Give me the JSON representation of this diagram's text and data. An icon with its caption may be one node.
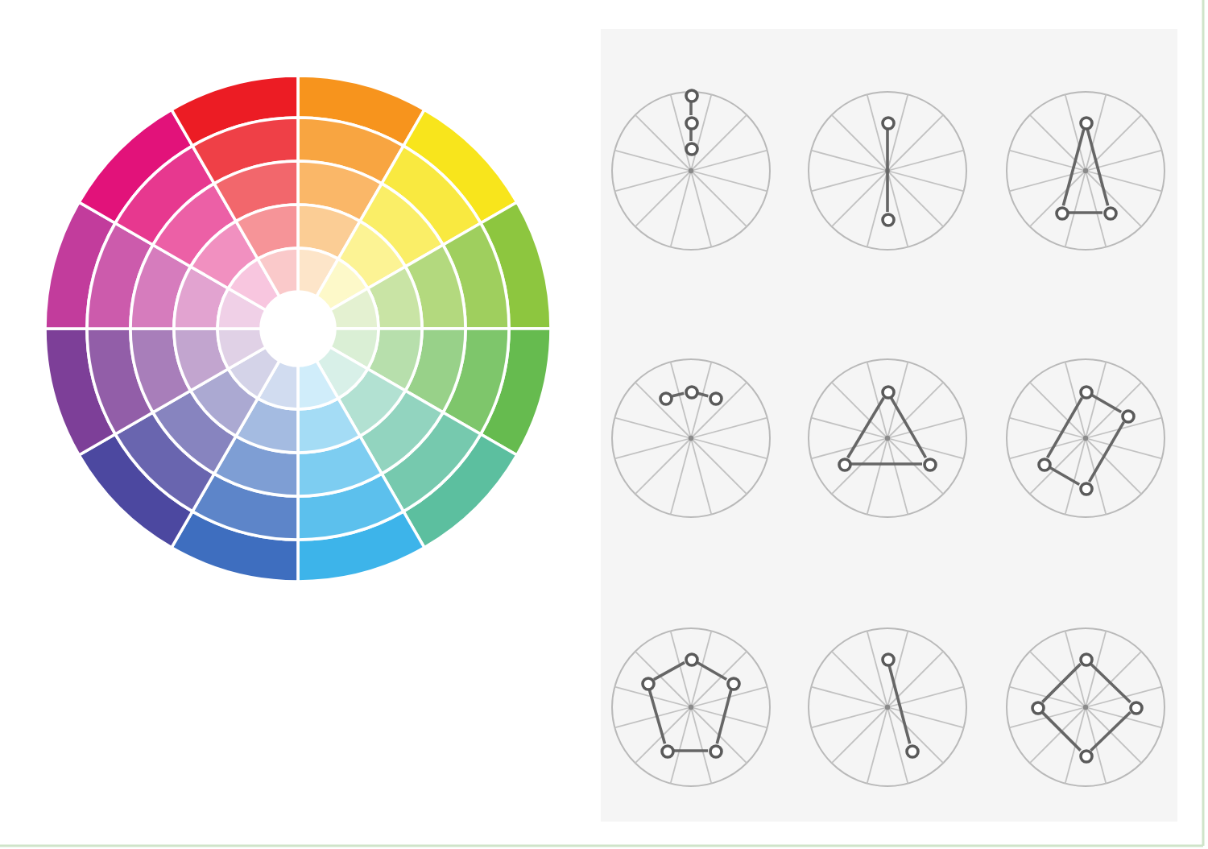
{
  "diagram": {
    "nodes": [
      {
        "text": [],
        "shape": "circle"
      },
      {
        "text": [],
        "shape": "circle"
      },
      {
        "text": [],
        "shape": "circle"
      },
      {
        "text": [],
        "shape": "circle"
      },
      {
        "text": [],
        "shape": "circle"
      },
      {
        "text": [],
        "shape": "circle"
      },
      {
        "text": [],
        "shape": "circle"
      },
      {
        "text": [],
        "shape": "circle"
      },
      {
        "text": [],
        "shape": "circle"
      },
      {
        "text": [],
        "shape": "circle"
      },
      {
        "text": [],
        "shape": "circle"
      },
      {
        "text": [],
        "shape": "circle"
      },
      {
        "text": [],
        "shape": "circle"
      },
      {
        "text": [],
        "shape": "circle"
      },
      {
        "text": [],
        "shape": "circle"
      },
      {
        "text": [],
        "shape": "circle"
      },
      {
        "text": [],
        "shape": "circle"
      },
      {
        "text": [],
        "shape": "circle"
      },
      {
        "text": [],
        "shape": "circle"
      },
      {
        "text": [],
        "shape": "circle"
      },
      {
        "text": [],
        "shape": "circle"
      },
      {
        "text": [],
        "shape": "circle"
      },
      {
        "text": [],
        "shape": "circle"
      },
      {
        "text": [],
        "shape": "circle"
      },
      {
        "text": [],
        "shape": "circle"
      },
      {
        "text": [],
        "shape": "circle"
      },
      {
        "text": [],
        "shape": "circle"
      },
      {
        "text": [],
        "shape": "circle"
      },
      {
        "text": [],
        "shape": "circle"
      }
    ],
    "edges": [
      {
        "from": 0,
        "to": 1,
        "arrow": "none"
      },
      {
        "from": 1,
        "to": 2,
        "arrow": "none"
      },
      {
        "from": 3,
        "to": 4,
        "arrow": "none"
      },
      {
        "from": 5,
        "to": 6,
        "arrow": "none"
      },
      {
        "from": 6,
        "to": 7,
        "arrow": "none"
      },
      {
        "from": 7,
        "to": 5,
        "arrow": "none"
      },
      {
        "from": 8,
        "to": 9,
        "arrow": "none"
      },
      {
        "from": 9,
        "to": 10,
        "arrow": "none"
      },
      {
        "from": 11,
        "to": 12,
        "arrow": "none"
      },
      {
        "from": 12,
        "to": 13,
        "arrow": "none"
      },
      {
        "from": 13,
        "to": 11,
        "arrow": "none"
      },
      {
        "from": 14,
        "to": 15,
        "arrow": "none"
      },
      {
        "from": 15,
        "to": 17,
        "arrow": "none"
      },
      {
        "from": 17,
        "to": 16,
        "arrow": "none"
      },
      {
        "from": 16,
        "to": 14,
        "arrow": "none"
      },
      {
        "from": 18,
        "to": 20,
        "arrow": "none"
      },
      {
        "from": 20,
        "to": 22,
        "arrow": "none"
      },
      {
        "from": 22,
        "to": 21,
        "arrow": "none"
      },
      {
        "from": 21,
        "to": 19,
        "arrow": "none"
      },
      {
        "from": 19,
        "to": 18,
        "arrow": "none"
      },
      {
        "from": 23,
        "to": 24,
        "arrow": "none"
      },
      {
        "from": 25,
        "to": 27,
        "arrow": "none"
      },
      {
        "from": 27,
        "to": 28,
        "arrow": "none"
      },
      {
        "from": 28,
        "to": 26,
        "arrow": "none"
      },
      {
        "from": 26,
        "to": 25,
        "arrow": "none"
      }
    ]
  }
}
